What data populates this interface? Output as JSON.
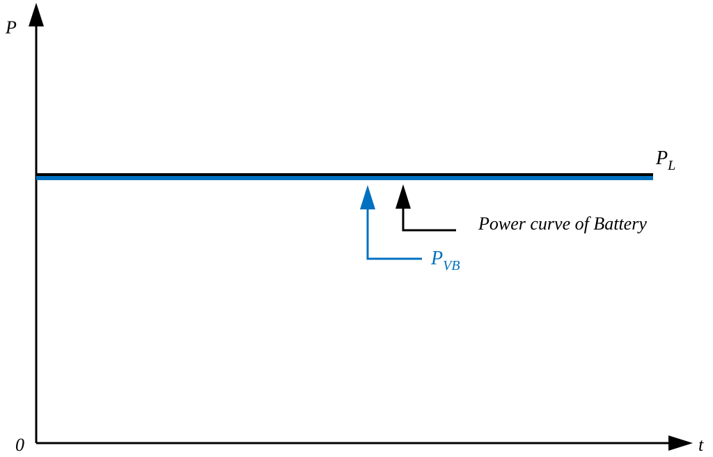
{
  "axes": {
    "y_label": "P",
    "x_label": "t",
    "origin_label": "0"
  },
  "curves": {
    "load": {
      "label_main": "P",
      "label_sub": "L"
    },
    "pvb": {
      "label_main": "P",
      "label_sub": "VB"
    }
  },
  "annotations": {
    "battery": "Power curve of Battery"
  },
  "colors": {
    "black": "#000000",
    "blue": "#0070c0"
  }
}
